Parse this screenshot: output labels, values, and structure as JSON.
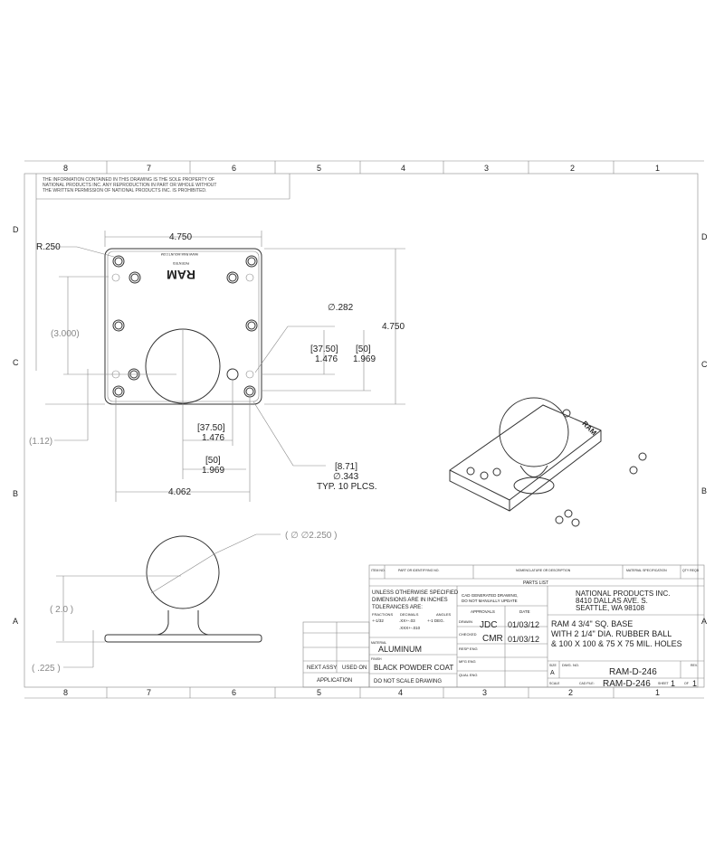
{
  "notice": [
    "THE INFORMATION CONTAINED IN THIS DRAWING IS THE SOLE PROPERTY OF",
    "NATIONAL PRODUCTS INC. ANY REPRODUCTION IN PART OR WHOLE WITHOUT",
    "THE WRITTEN PERMISSION OF NATIONAL PRODUCTS INC. IS PROHIBITED."
  ],
  "zones": {
    "cols": [
      "8",
      "7",
      "6",
      "5",
      "4",
      "3",
      "2",
      "1"
    ],
    "rows": [
      "D",
      "C",
      "B",
      "A"
    ]
  },
  "plan_view": {
    "width": "4.750",
    "height": "4.750",
    "corner_radius": "R.250",
    "hole_span": "(3.000)",
    "offset": "(1.12)",
    "hole_small": "∅.282",
    "v_metric_1": "[37.50]",
    "v_imp_1": "1.476",
    "v_metric_2": "[50]",
    "v_imp_2": "1.969",
    "h_metric_1": "[37.50]",
    "h_imp_1": "1.476",
    "h_metric_2": "[50]",
    "h_imp_2": "1.969",
    "hole_spacing": "4.062",
    "hole_large_metric": "[8.71]",
    "hole_large": "∅.343",
    "hole_note": "TYP. 10 PLCS.",
    "logo": "RAM",
    "logo_sub": "PATENTED",
    "logo_url": "WWW.RAM-MOUNT.COM"
  },
  "side_view": {
    "ball_dia": "( ∅ ∅2.250 )",
    "height": "( 2.0 )",
    "thickness": "( .225 )"
  },
  "title_block": {
    "parts_list_headers": [
      "ITEM NO.",
      "PART OR IDENTIFYING NO.",
      "NOMENCLATURE OR DESCRIPTION",
      "MATERIAL SPECIFICATION",
      "QTY REQD"
    ],
    "parts_list_label": "PARTS LIST",
    "tolerance_notes": [
      "UNLESS OTHERWISE SPECIFIED",
      "DIMENSIONS ARE IN INCHES",
      "TOLERANCES ARE:"
    ],
    "tol_headers": [
      "FRACTIONS",
      "DECIMALS",
      "ANGLES"
    ],
    "tol_values": [
      "+-1/32",
      ".XX+-.03",
      "+-1 DEG.",
      ".XXX+-.010"
    ],
    "material_label": "MATERIAL",
    "material": "ALUMINUM",
    "finish_label": "FINISH",
    "finish": "BLACK POWDER COAT",
    "no_scale": "DO NOT SCALE DRAWING",
    "cad_note": [
      "CAD GENERATED DRAWING,",
      "DO NOT MANUALLY UPDATE"
    ],
    "approvals_label": "APPROVALS",
    "date_label": "DATE",
    "drawn_label": "DRAWN",
    "drawn_by": "JDC",
    "drawn_date": "01/03/12",
    "checked_label": "CHECKED",
    "checked_by": "CMR",
    "checked_date": "01/03/12",
    "resp_eng": "RESP ENG",
    "mfg_eng": "MFG ENG",
    "qual_eng": "QUAL ENG",
    "company": [
      "NATIONAL PRODUCTS INC.",
      "8410 DALLAS AVE. S.",
      "SEATTLE, WA 98108"
    ],
    "title": [
      "RAM 4 3/4\" SQ. BASE",
      "WITH 2 1/4\" DIA. RUBBER BALL",
      "& 100 X 100 & 75 X 75 MIL. HOLES"
    ],
    "size_label": "SIZE",
    "size": "A",
    "dwg_no_label": "DWG. NO.",
    "dwg_no": "RAM-D-246",
    "rev_label": "REV.",
    "scale_label": "SCALE",
    "cad_file_label": "CAD FILE:",
    "cad_file": "RAM-D-246",
    "sheet_label": "SHEET",
    "sheet": "1",
    "of_label": "OF",
    "sheet_total": "1",
    "next_assy": "NEXT ASSY",
    "used_on": "USED ON",
    "application": "APPLICATION"
  }
}
